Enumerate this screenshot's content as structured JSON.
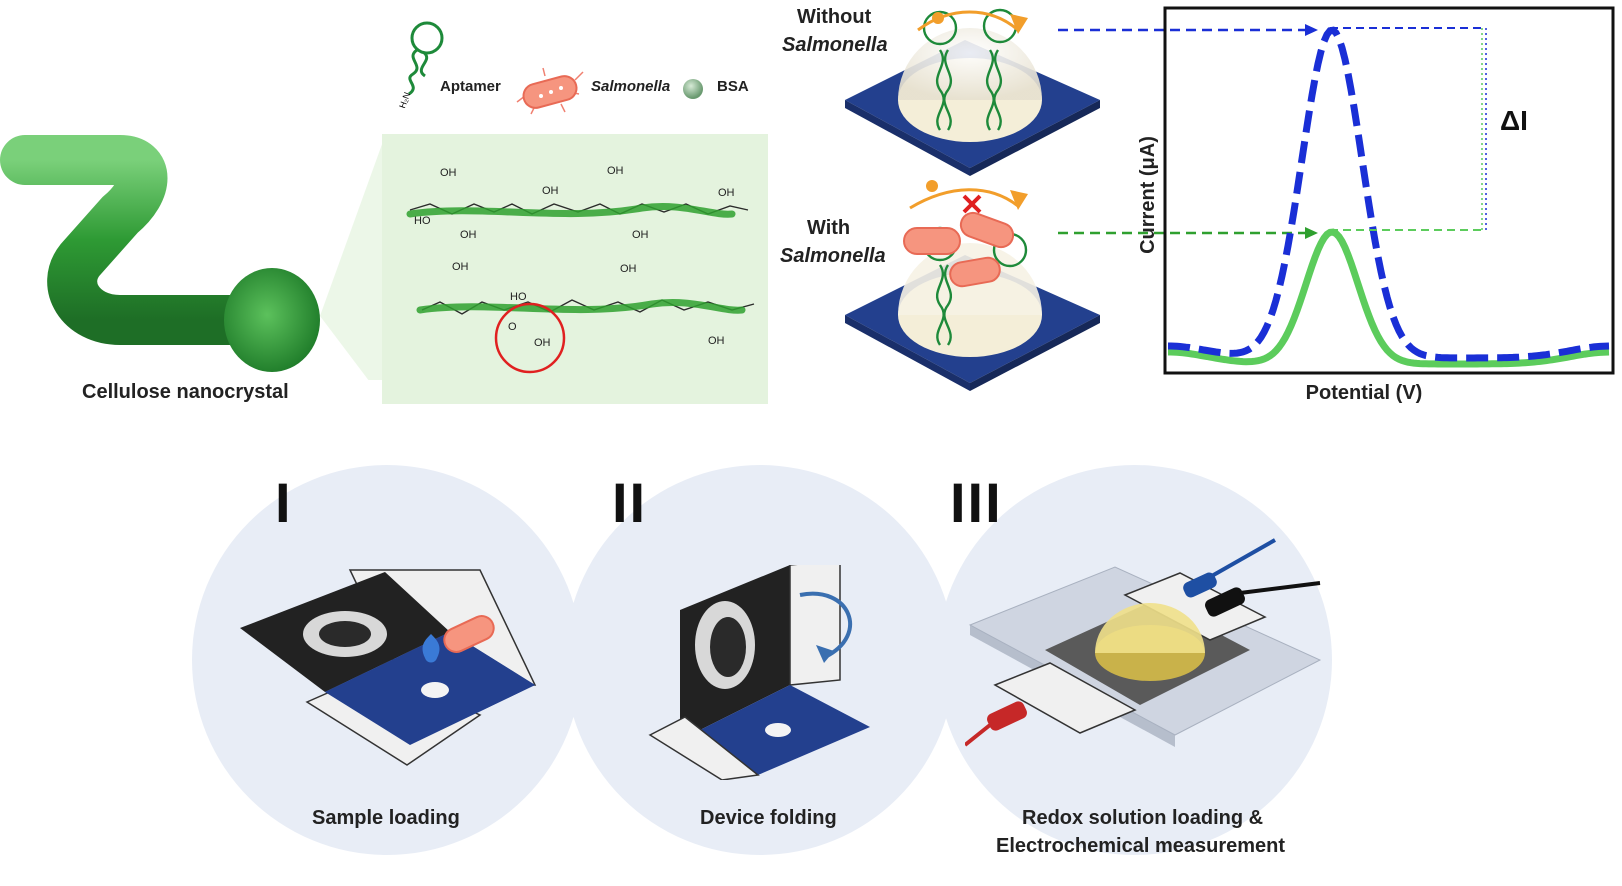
{
  "legend": {
    "aptamer": "Aptamer",
    "salmonella": "Salmonella",
    "bsa": "BSA"
  },
  "cnc": {
    "label": "Cellulose nanocrystal",
    "groups": [
      "OH",
      "HO",
      "OH",
      "OH",
      "OH",
      "OH",
      "OH",
      "OH",
      "OH",
      "HO",
      "OH"
    ]
  },
  "sensor": {
    "without_1": "Without",
    "without_2": "Salmonella",
    "with_1": "With",
    "with_2": "Salmonella"
  },
  "graph": {
    "ylabel": "Current (μA)",
    "xlabel": "Potential (V)",
    "delta": "ΔI",
    "series": [
      {
        "style": "dashed",
        "color": "#1a2fd6"
      },
      {
        "style": "solid",
        "color": "#5ccc5c"
      }
    ]
  },
  "steps": [
    {
      "numeral": "I",
      "label_1": "Sample loading",
      "label_2": ""
    },
    {
      "numeral": "II",
      "label_1": "Device folding",
      "label_2": ""
    },
    {
      "numeral": "III",
      "label_1": "Redox solution loading &",
      "label_2": "Electrochemical measurement"
    }
  ],
  "colors": {
    "electrode_blue": "#23408e",
    "cnc_green": "#3aa33a",
    "panel_green": "#e4f3de",
    "circle_bg": "#e8edf6",
    "bacteria": "#f08070",
    "highlight_red": "#e02020"
  }
}
